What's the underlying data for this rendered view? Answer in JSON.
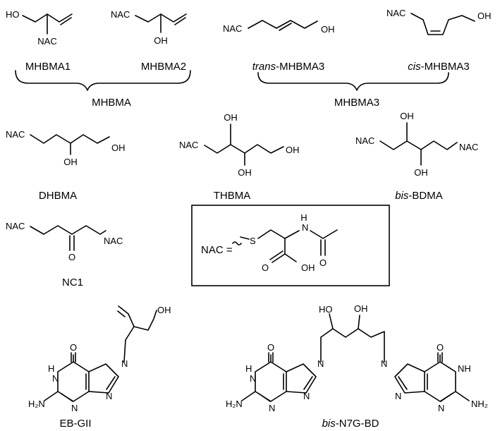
{
  "atoms": {
    "nac": "NAC",
    "oh": "OH",
    "o": "O",
    "s": "S",
    "nh": "NH",
    "n": "N",
    "h": "H",
    "nh_h": "N",
    "nh2": "H₂N",
    "nh2_right": "NH₂",
    "h_top": "H",
    "ho": "HO"
  },
  "names": {
    "mhbma1": "MHBMA1",
    "mhbma2": "MHBMA2",
    "trans_prefix": "trans",
    "trans_suffix": "-MHBMA3",
    "cis_prefix": "cis",
    "cis_suffix": "-MHBMA3",
    "mhbma": "MHBMA",
    "mhbma3": "MHBMA3",
    "dhbma": "DHBMA",
    "thbma": "THBMA",
    "bis_prefix": "bis",
    "bdma_suffix": "-BDMA",
    "nc1": "NC1",
    "ebgii": "EB-GII",
    "n7g_prefix": "bis",
    "n7g_suffix": "-N7G-BD"
  },
  "legend": {
    "nac_eq": "NAC ="
  }
}
